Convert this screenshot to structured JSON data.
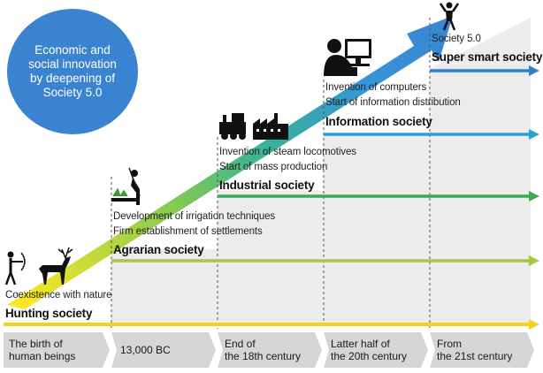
{
  "bubble": {
    "text": "Economic and\nsocial innovation\nby deepening of\nSociety 5.0"
  },
  "colors": {
    "hunting": "#f2d21b",
    "agrarian": "#a6c83a",
    "industrial": "#3ea857",
    "information": "#2a9fd6",
    "super_smart": "#2f7fd0",
    "bubble": "#3a83d1",
    "timeline_box": "#d6d6d6"
  },
  "stages": [
    {
      "society": "Hunting society",
      "description": [
        "Coexistence with nature"
      ],
      "icon": "archer-deer-icon"
    },
    {
      "society": "Agrarian society",
      "description": [
        "Development of irrigation techniques",
        "Firm establishment of settlements"
      ],
      "icon": "farmer-icon"
    },
    {
      "society": "Industrial society",
      "description": [
        "Invention of steam locomotives",
        "Start of mass production"
      ],
      "icon": "train-factory-icon"
    },
    {
      "society": "Information society",
      "description": [
        "Invention of computers",
        "Start of information distribution"
      ],
      "icon": "computer-user-icon"
    },
    {
      "society": "Super smart society",
      "description": [
        "Society 5.0"
      ],
      "icon": "cheering-person-icon"
    }
  ],
  "timeline": [
    "The birth of\nhuman beings",
    "13,000 BC",
    "End of\nthe 18th century",
    "Latter half of\nthe 20th century",
    "From\nthe 21st century"
  ]
}
